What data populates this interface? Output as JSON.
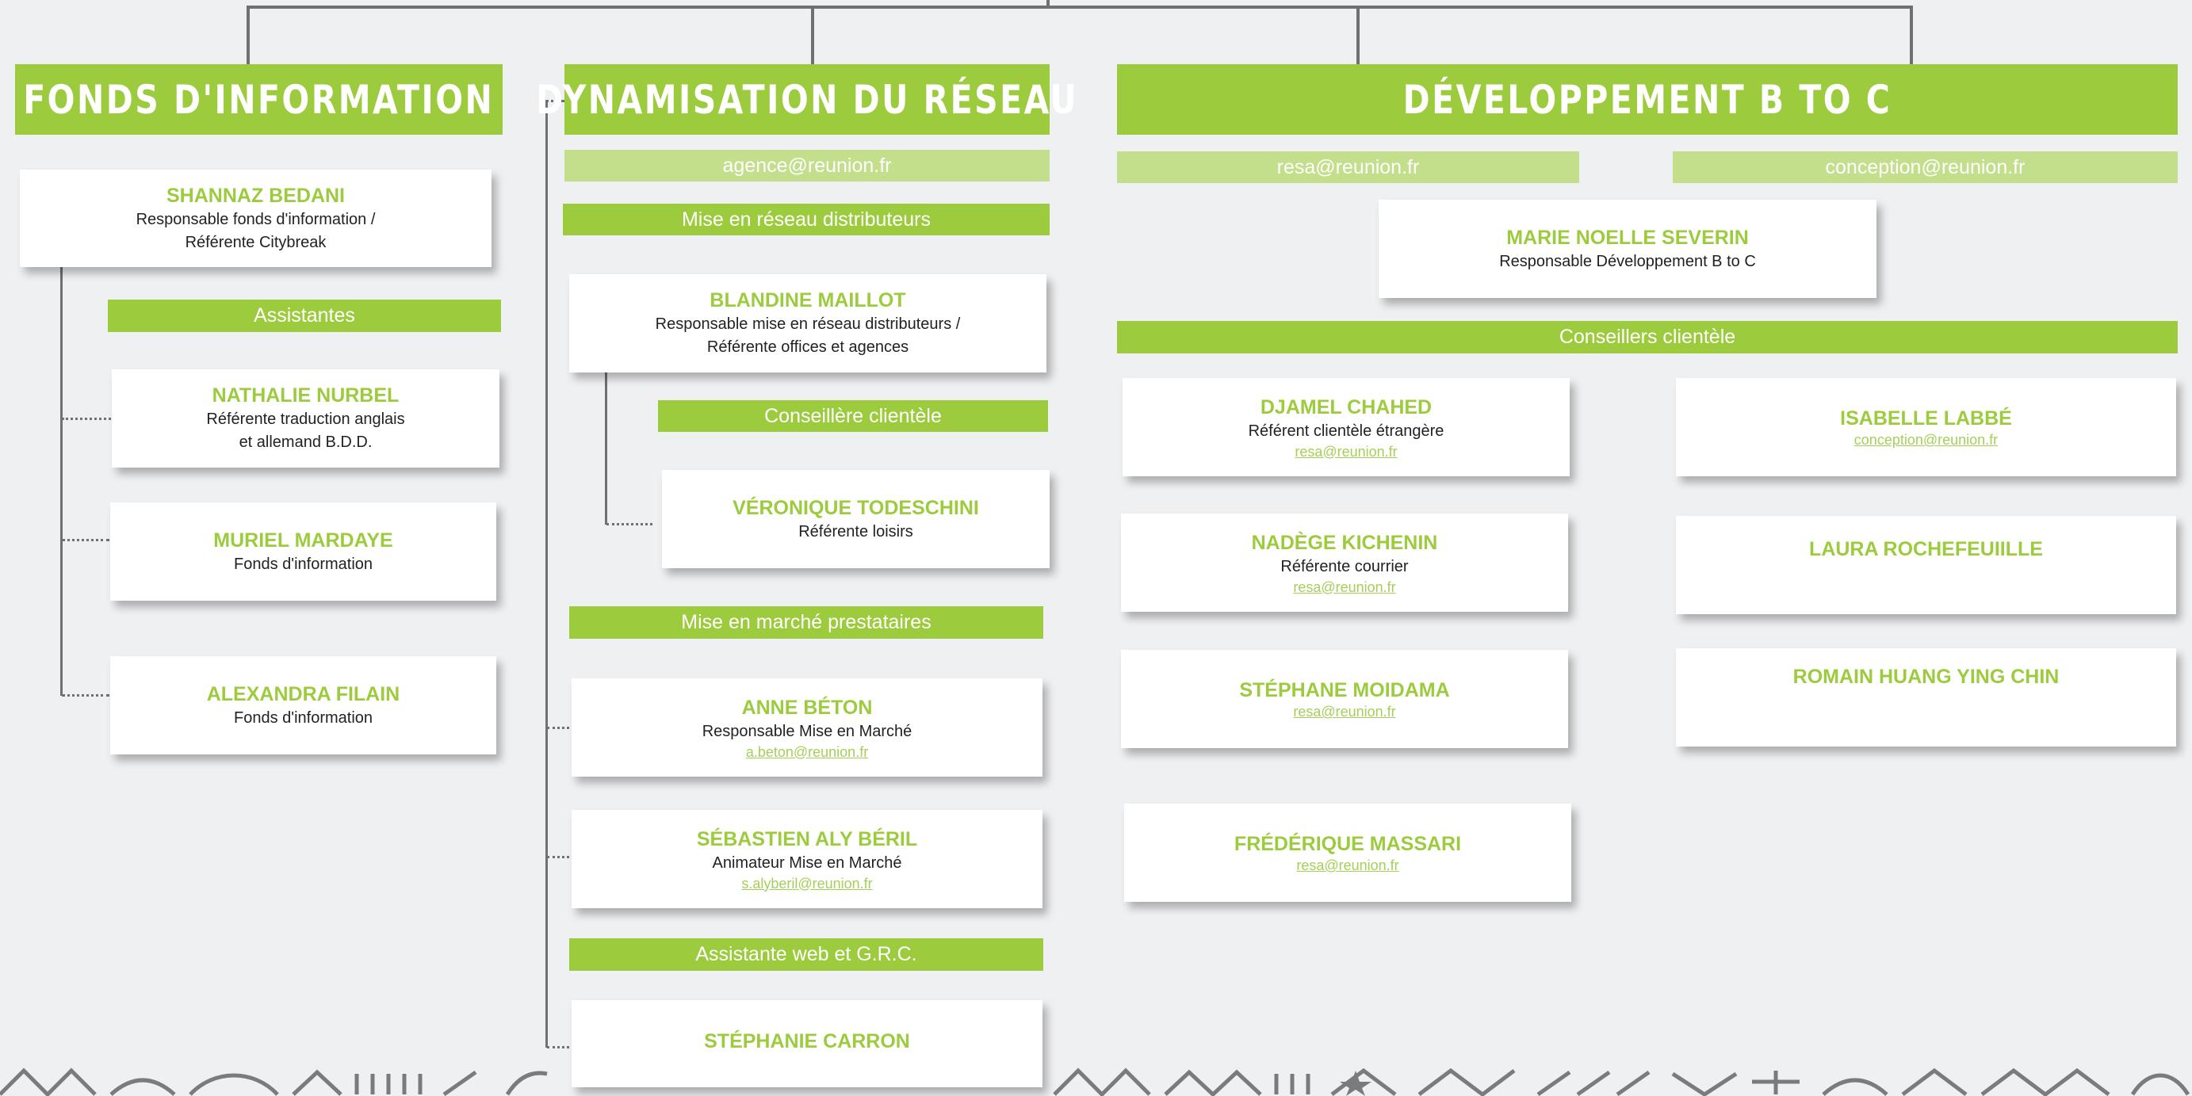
{
  "colors": {
    "accent": "#9ccb3d",
    "accent_light": "#c3df8c",
    "line": "#6f7072",
    "background": "#eff0f2"
  },
  "departments": {
    "fonds": {
      "title": "Fonds d'information",
      "head": {
        "name": "SHANNAZ BEDANI",
        "role": "Responsable fonds d'information /\nRéférente Citybreak"
      },
      "sub_label": "Assistantes",
      "members": [
        {
          "name": "NATHALIE NURBEL",
          "role": "Référente traduction anglais\net allemand B.D.D."
        },
        {
          "name": "MURIEL MARDAYE",
          "role": "Fonds d'information"
        },
        {
          "name": "ALEXANDRA FILAIN",
          "role": "Fonds d'information"
        }
      ]
    },
    "dynamisation": {
      "title": "Dynamisation du réseau",
      "email": "agence@reunion.fr",
      "subs": [
        "Mise en réseau distributeurs",
        "Conseillère clientèle",
        "Mise en marché prestataires",
        "Assistante web et G.R.C."
      ],
      "head": {
        "name": "BLANDINE MAILLOT",
        "role": "Responsable mise en réseau distributeurs /\nRéférente offices et agences"
      },
      "conseillere": {
        "name": "VÉRONIQUE TODESCHINI",
        "role": "Référente loisirs"
      },
      "marche": [
        {
          "name": "ANNE BÉTON",
          "role": "Responsable Mise en Marché",
          "email": "a.beton@reunion.fr"
        },
        {
          "name": "SÉBASTIEN ALY BÉRIL",
          "role": "Animateur Mise en Marché",
          "email": "s.alyberil@reunion.fr"
        }
      ],
      "web": {
        "name": "STÉPHANIE CARRON"
      }
    },
    "developpement": {
      "title": "Développement B to C",
      "emails": [
        "resa@reunion.fr",
        "conception@reunion.fr"
      ],
      "head": {
        "name": "MARIE NOELLE SEVERIN",
        "role": "Responsable Développement B to C"
      },
      "sub_label": "Conseillers clientèle",
      "left": [
        {
          "name": "DJAMEL CHAHED",
          "role": "Référent clientèle étrangère",
          "email": "resa@reunion.fr"
        },
        {
          "name": "NADÈGE KICHENIN",
          "role": "Référente courrier",
          "email": "resa@reunion.fr"
        },
        {
          "name": "STÉPHANE MOIDAMA",
          "email": "resa@reunion.fr"
        },
        {
          "name": "FRÉDÉRIQUE MASSARI",
          "email": "resa@reunion.fr"
        }
      ],
      "right": [
        {
          "name": "ISABELLE LABBÉ",
          "email": "conception@reunion.fr"
        },
        {
          "name": "LAURA ROCHEFEUIILLE"
        },
        {
          "name": "ROMAIN HUANG YING CHIN"
        }
      ]
    }
  }
}
